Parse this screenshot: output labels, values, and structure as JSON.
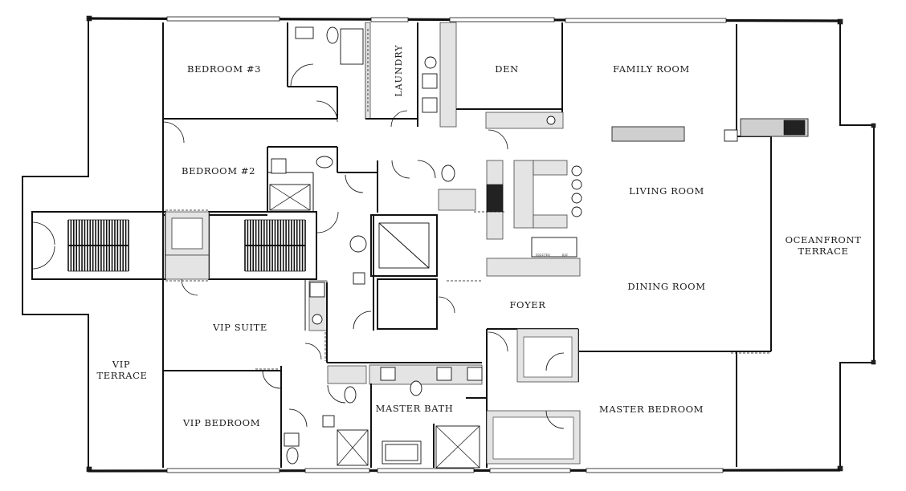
{
  "rooms": {
    "bedroom3": "BEDROOM #3",
    "laundry": "LAUNDRY",
    "den": "DEN",
    "family_room": "FAMILY ROOM",
    "bedroom2": "BEDROOM #2",
    "living_room": "LIVING ROOM",
    "oceanfront_terrace_line1": "OCEANFRONT",
    "oceanfront_terrace_line2": "TERRACE",
    "dining_room": "DINING ROOM",
    "foyer": "FOYER",
    "vip_suite": "VIP SUITE",
    "vip_terrace_line1": "VIP",
    "vip_terrace_line2": "TERRACE",
    "vip_bedroom": "VIP BEDROOM",
    "master_bath": "MASTER BATH",
    "master_bedroom": "MASTER BEDROOM"
  },
  "fixtures": {
    "freezer_label": "FREEZER",
    "ref_label": "REF."
  }
}
